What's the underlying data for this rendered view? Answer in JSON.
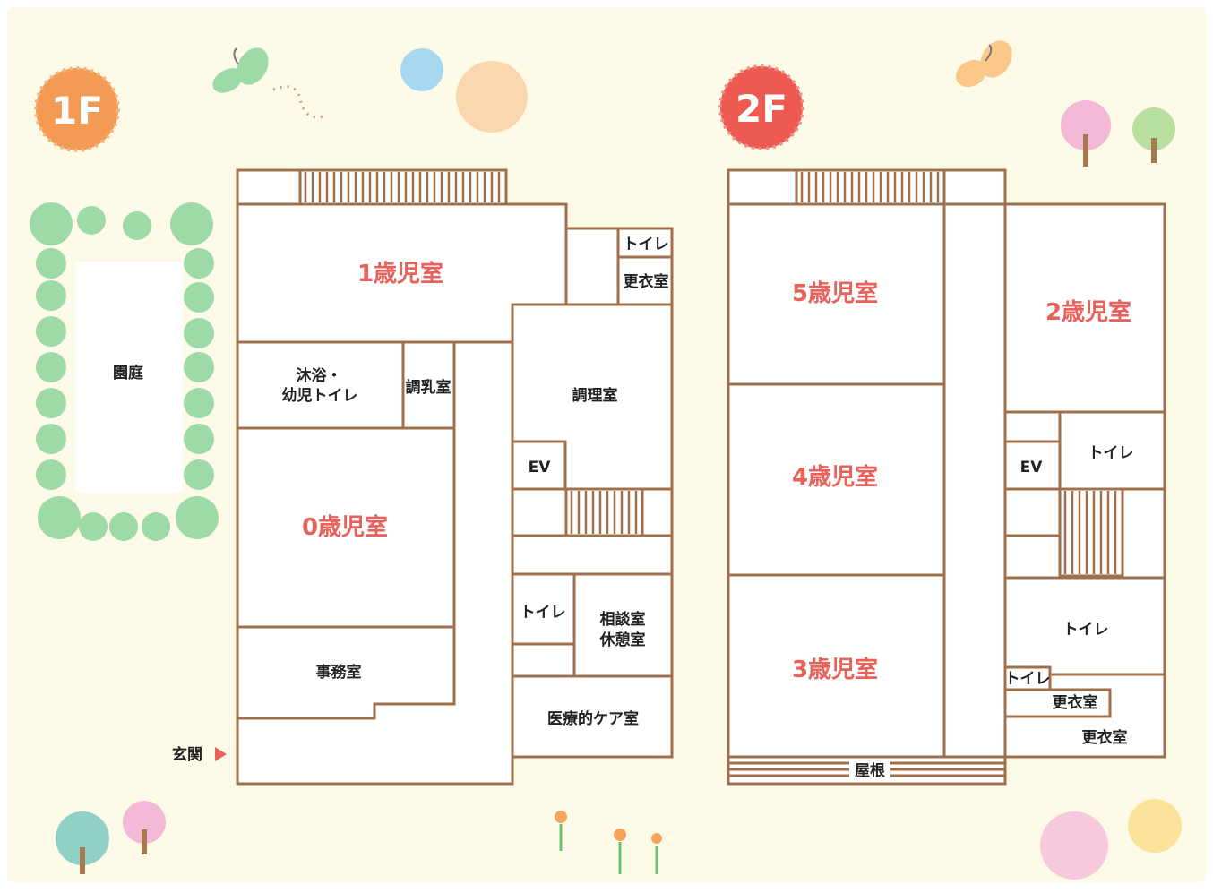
{
  "floors": {
    "f1": {
      "badge": "1F",
      "garden": "園庭",
      "entrance": "玄関",
      "rooms": {
        "age1": "1歳児室",
        "age0": "0歳児室",
        "bath": "沐浴・",
        "bath2": "幼児トイレ",
        "milk": "調乳室",
        "toilet_top": "トイレ",
        "changing_top": "更衣室",
        "kitchen": "調理室",
        "ev": "EV",
        "toilet_mid": "トイレ",
        "consult": "相談室",
        "rest": "休憩室",
        "office": "事務室",
        "medical": "医療的ケア室"
      }
    },
    "f2": {
      "badge": "2F",
      "roof": "屋根",
      "rooms": {
        "age5": "5歳児室",
        "age4": "4歳児室",
        "age3": "3歳児室",
        "age2": "2歳児室",
        "ev": "EV",
        "toilet_a": "トイレ",
        "toilet_b": "トイレ",
        "toilet_c": "トイレ",
        "changing_a": "更衣室",
        "changing_b": "更衣室"
      }
    }
  },
  "colors": {
    "background": "#fdfbe8",
    "wall": "#a0704c",
    "room_label": "#e8615a",
    "badge_1f": "#f39a55",
    "badge_2f": "#ee5a52",
    "bush": "#9ed9a8",
    "entrance_arrow": "#e8615a"
  }
}
